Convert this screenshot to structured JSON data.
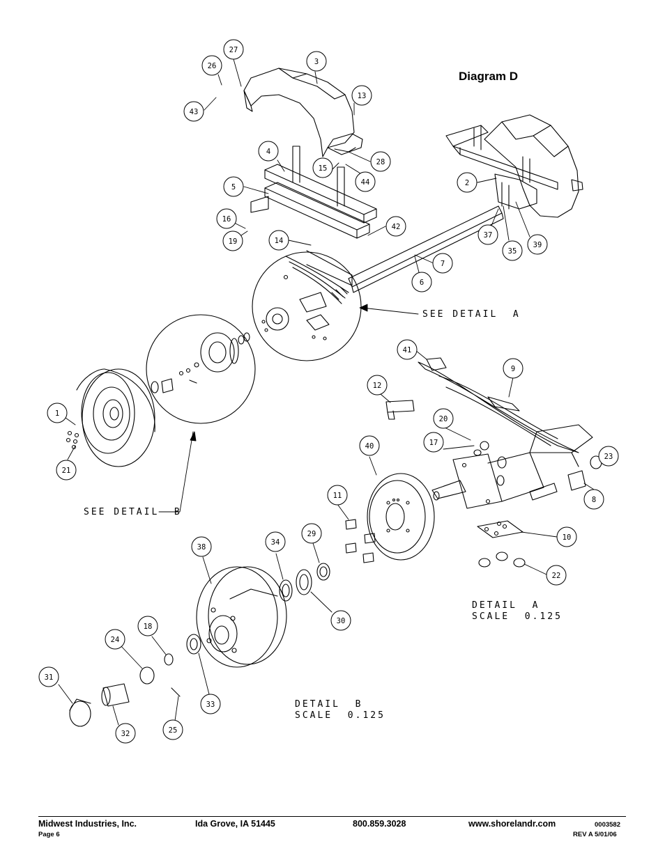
{
  "title": "Diagram D",
  "detail_refs": {
    "detail_a": "SEE DETAIL  A",
    "detail_b": "SEE DETAIL  B"
  },
  "detail_labels": {
    "a_name": "DETAIL  A",
    "a_scale": "SCALE  0.125",
    "b_name": "DETAIL  B",
    "b_scale": "SCALE  0.125"
  },
  "callouts": [
    "27",
    "26",
    "3",
    "43",
    "13",
    "4",
    "15",
    "28",
    "44",
    "5",
    "2",
    "16",
    "19",
    "14",
    "42",
    "37",
    "35",
    "39",
    "7",
    "6",
    "41",
    "9",
    "12",
    "1",
    "21",
    "20",
    "17",
    "40",
    "23",
    "8",
    "11",
    "10",
    "22",
    "38",
    "34",
    "29",
    "30",
    "18",
    "24",
    "33",
    "31",
    "32",
    "25"
  ],
  "footer": {
    "company": "Midwest Industries, Inc.",
    "city": "Ida Grove, IA  51445",
    "phone": "800.859.3028",
    "website": "www.shorelandr.com",
    "doc_number": "0003582",
    "page": "Page 6",
    "revision": "REV A  5/01/06"
  }
}
